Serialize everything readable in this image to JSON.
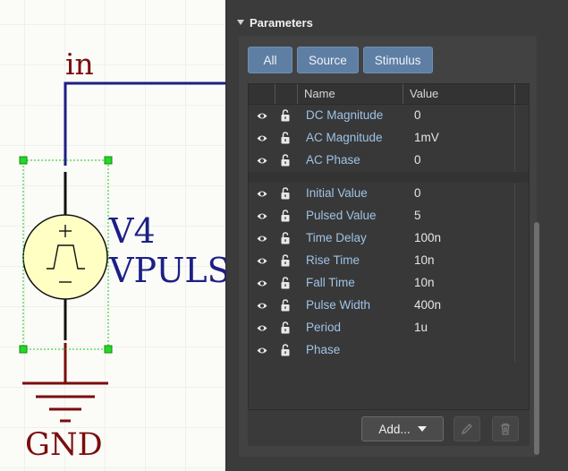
{
  "schematic": {
    "net_label": "in",
    "designator": "V4",
    "component_value": "VPULSE",
    "ground_label": "GND"
  },
  "panel": {
    "title": "Parameters",
    "filters": [
      {
        "label": "All"
      },
      {
        "label": "Source"
      },
      {
        "label": "Stimulus"
      }
    ],
    "columns": {
      "name": "Name",
      "value": "Value"
    },
    "groups": [
      [
        {
          "name": "DC Magnitude",
          "value": "0"
        },
        {
          "name": "AC Magnitude",
          "value": "1mV"
        },
        {
          "name": "AC Phase",
          "value": "0"
        }
      ],
      [
        {
          "name": "Initial Value",
          "value": "0"
        },
        {
          "name": "Pulsed Value",
          "value": "5"
        },
        {
          "name": "Time Delay",
          "value": "100n"
        },
        {
          "name": "Rise Time",
          "value": "10n"
        },
        {
          "name": "Fall Time",
          "value": "10n"
        },
        {
          "name": "Pulse Width",
          "value": "400n"
        },
        {
          "name": "Period",
          "value": "1u"
        },
        {
          "name": "Phase",
          "value": ""
        }
      ]
    ],
    "add_button": "Add...",
    "icons": {
      "visibility": "eye-icon",
      "lock": "lock-icon",
      "edit": "pencil-icon",
      "delete": "trash-icon"
    },
    "colors": {
      "accent": "#5e7fa3",
      "param_name": "#9ec3e6"
    }
  }
}
